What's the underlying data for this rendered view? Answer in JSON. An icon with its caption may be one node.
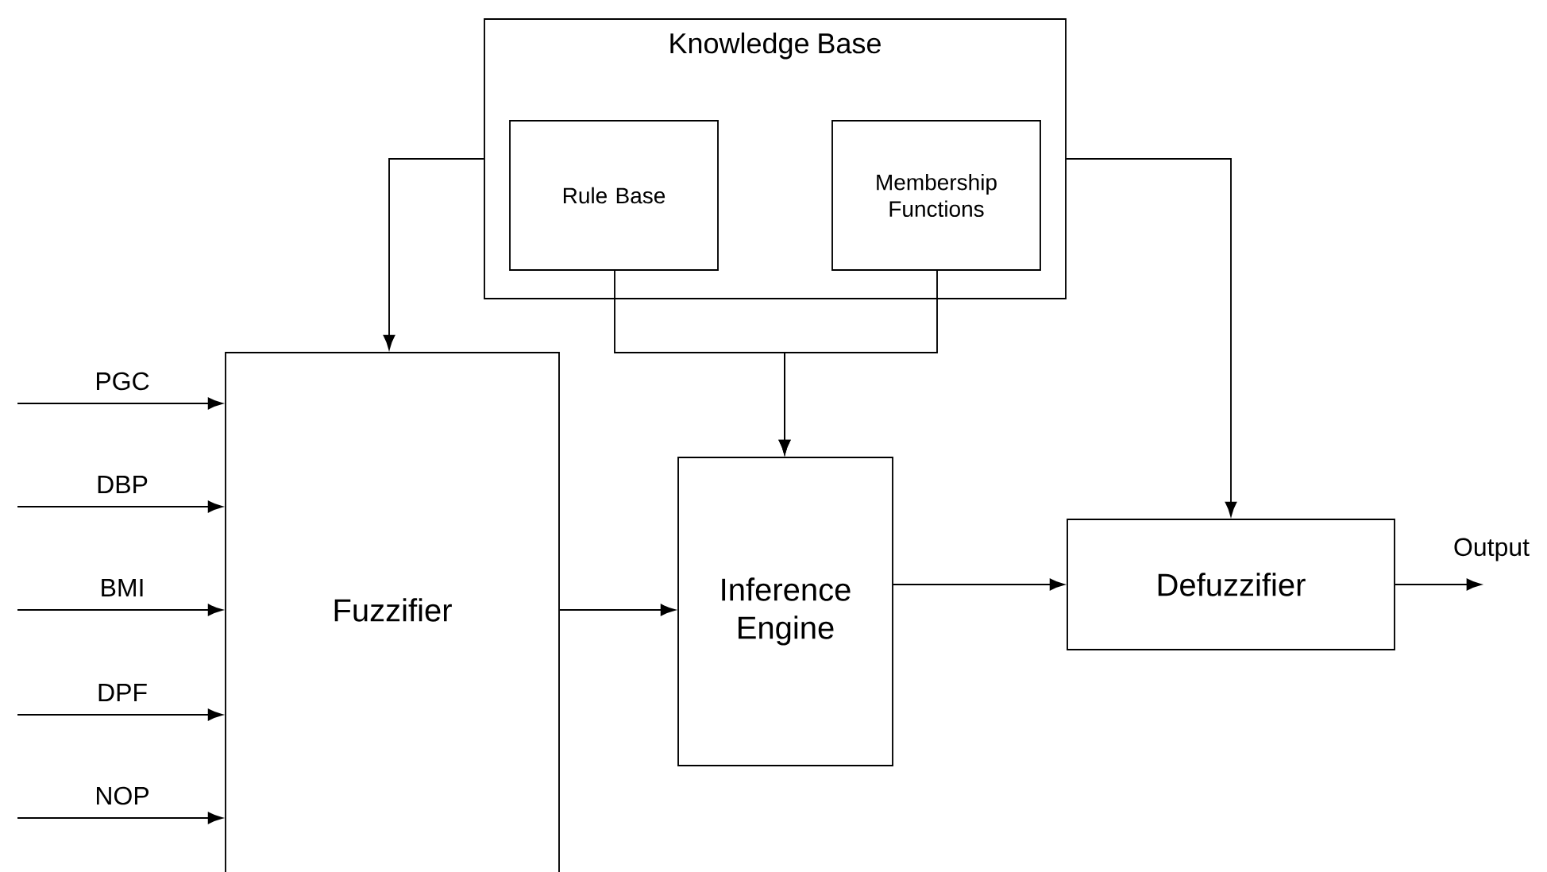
{
  "diagram": {
    "nodes": [
      {
        "text": [
          "Knowledge Base"
        ]
      },
      {
        "text": [
          "Rule Base"
        ],
        "in": 0
      },
      {
        "text": [
          "Membership Functions"
        ],
        "in": 0
      },
      {
        "text": [
          "Fuzzifier"
        ]
      },
      {
        "text": [
          "Inference Engine"
        ]
      },
      {
        "text": [
          "Defuzzifier"
        ]
      }
    ],
    "edges": [
      {
        "from": null,
        "to": 3,
        "arrow": "to",
        "label": "PGC"
      },
      {
        "from": null,
        "to": 3,
        "arrow": "to",
        "label": "DBP"
      },
      {
        "from": null,
        "to": 3,
        "arrow": "to",
        "label": "BMI"
      },
      {
        "from": null,
        "to": 3,
        "arrow": "to",
        "label": "DPF"
      },
      {
        "from": null,
        "to": 3,
        "arrow": "to",
        "label": "NOP"
      },
      {
        "from": 0,
        "to": 3,
        "arrow": "to"
      },
      {
        "from": 1,
        "to": 4,
        "arrow": "to"
      },
      {
        "from": 2,
        "to": 4,
        "arrow": "to"
      },
      {
        "from": 3,
        "to": 4,
        "arrow": "to"
      },
      {
        "from": 4,
        "to": 5,
        "arrow": "to"
      },
      {
        "from": 0,
        "to": 5,
        "arrow": "to"
      },
      {
        "from": 5,
        "to": null,
        "arrow": "to",
        "label": "Output"
      }
    ]
  }
}
